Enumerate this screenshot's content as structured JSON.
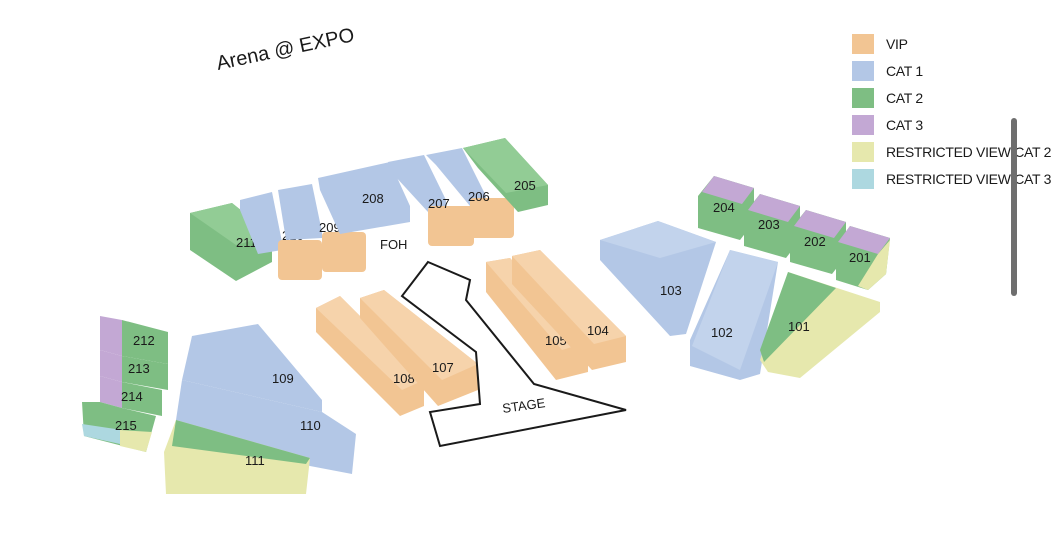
{
  "title": "Arena @ EXPO",
  "labels": {
    "foh": "FOH",
    "stage": "STAGE"
  },
  "legend": [
    {
      "label": "VIP",
      "color": "#f2c593"
    },
    {
      "label": "CAT 1",
      "color": "#b3c7e6"
    },
    {
      "label": "CAT 2",
      "color": "#7ebe83"
    },
    {
      "label": "CAT 3",
      "color": "#c3a8d4"
    },
    {
      "label": "RESTRICTED VIEW CAT 2",
      "color": "#e6e8ad"
    },
    {
      "label": "RESTRICTED VIEW CAT 3",
      "color": "#add8e0"
    }
  ],
  "sections": [
    {
      "id": "101",
      "category": "CAT 2",
      "restricted_view": true
    },
    {
      "id": "102",
      "category": "CAT 1"
    },
    {
      "id": "103",
      "category": "CAT 1"
    },
    {
      "id": "104",
      "category": "VIP"
    },
    {
      "id": "105",
      "category": "VIP"
    },
    {
      "id": "107",
      "category": "VIP"
    },
    {
      "id": "108",
      "category": "VIP"
    },
    {
      "id": "109",
      "category": "CAT 1"
    },
    {
      "id": "110",
      "category": "CAT 1"
    },
    {
      "id": "111",
      "category": "CAT 2",
      "restricted_view": true
    },
    {
      "id": "201",
      "category": "CAT 2"
    },
    {
      "id": "202",
      "category": "CAT 2"
    },
    {
      "id": "203",
      "category": "CAT 2"
    },
    {
      "id": "204",
      "category": "CAT 2"
    },
    {
      "id": "205",
      "category": "CAT 2"
    },
    {
      "id": "206",
      "category": "CAT 1"
    },
    {
      "id": "207",
      "category": "CAT 1"
    },
    {
      "id": "208",
      "category": "CAT 1"
    },
    {
      "id": "209",
      "category": "CAT 1"
    },
    {
      "id": "210",
      "category": "CAT 1"
    },
    {
      "id": "211",
      "category": "CAT 2"
    },
    {
      "id": "212",
      "category": "CAT 2"
    },
    {
      "id": "213",
      "category": "CAT 2"
    },
    {
      "id": "214",
      "category": "CAT 2"
    },
    {
      "id": "215",
      "category": "CAT 2"
    }
  ]
}
